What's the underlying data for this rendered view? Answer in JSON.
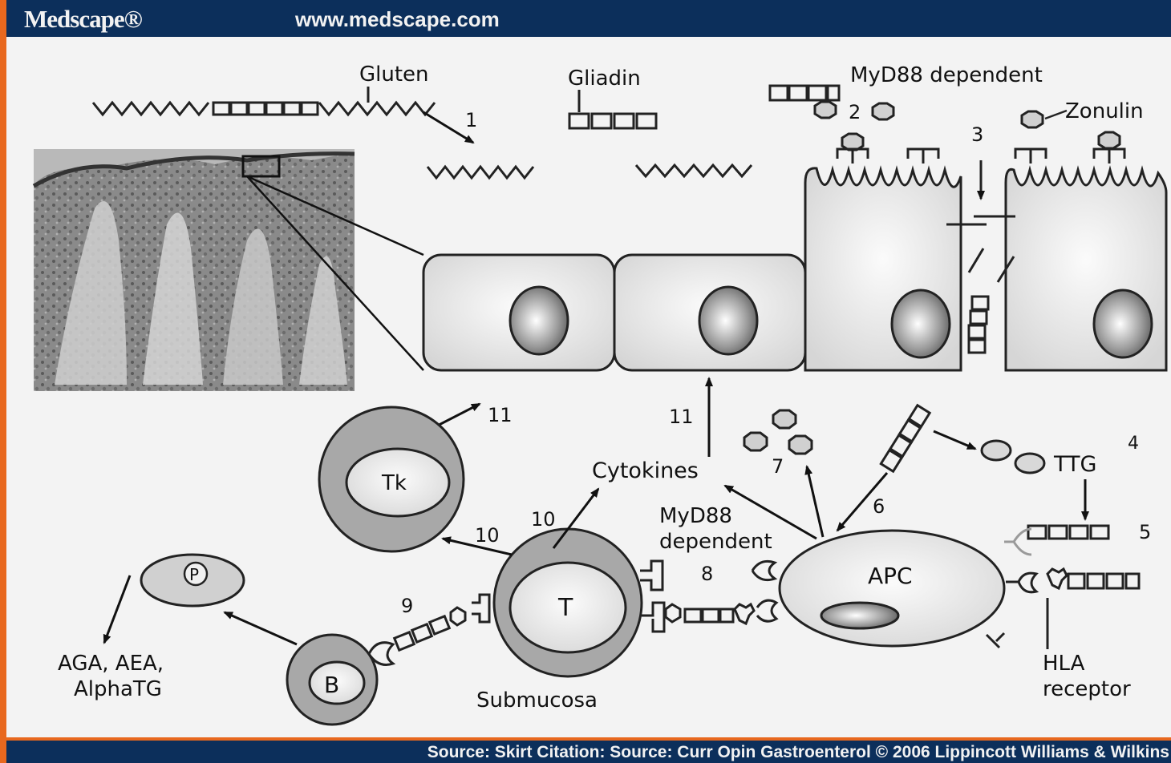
{
  "header": {
    "brand": "Medscape®",
    "url": "www.medscape.com"
  },
  "diagram": {
    "gluten": "Gluten",
    "gliadin": "Gliadin",
    "myd88_top": "MyD88  dependent",
    "zonulin": "Zonulin",
    "cytokines": "Cytokines",
    "ttg": "TTG",
    "myd88_line1": "MyD88",
    "myd88_line2": "dependent",
    "apc": "APC",
    "tk": "Tk",
    "t_cell": "T",
    "b_cell": "B",
    "plasma": "P",
    "antibodies_line1": "AGA, AEA,",
    "antibodies_line2": "AlphaTG",
    "submucosa": "Submucosa",
    "hla_line1": "HLA",
    "hla_line2": "receptor",
    "steps": {
      "s1": "1",
      "s2": "2",
      "s3": "3",
      "s4": "4",
      "s5": "5",
      "s6": "6",
      "s7": "7",
      "s8": "8",
      "s9": "9",
      "s10": "10",
      "s11": "11"
    }
  },
  "footer": {
    "source": "Source: Skirt Citation: Source: Curr Opin Gastroenterol © 2006 Lippincott Williams & Wilkins"
  },
  "colors": {
    "frame": "#e8681e",
    "header_bg": "#0c2f5b",
    "background": "#f3f3f3"
  }
}
